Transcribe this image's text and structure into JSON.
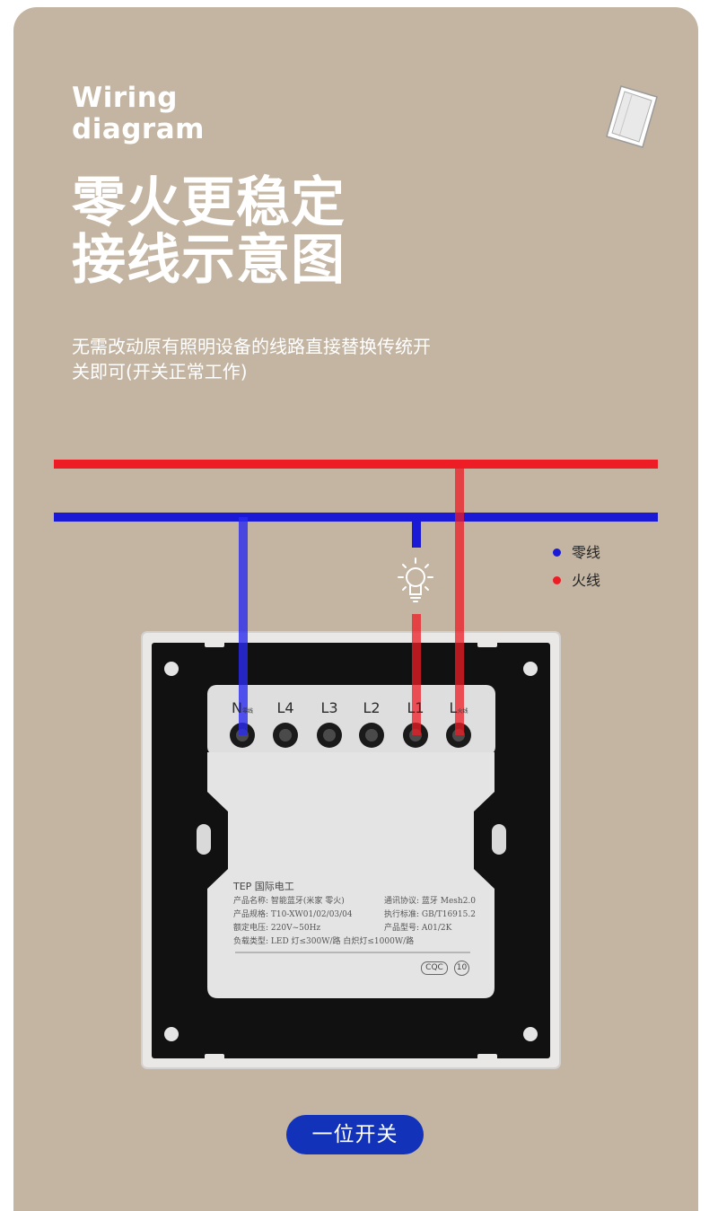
{
  "header": {
    "en_title": "Wiring\ndiagram",
    "cn_title": "零火更稳定\n接线示意图",
    "description": "无需改动原有照明设备的线路直接替换传统开\n关即可(开关正常工作)"
  },
  "legend": {
    "neutral": "零线",
    "live": "火线"
  },
  "terminals": [
    "N",
    "L4",
    "L3",
    "L2",
    "L1",
    "L"
  ],
  "terminal_small": {
    "n_sub": "零线",
    "l_sub": "火线"
  },
  "module_label": {
    "brand": "TEP 国际电工",
    "left_lines": [
      "产品名称: 智能蓝牙(米家 零火)",
      "产品规格: T10-XW01/02/03/04",
      "额定电压: 220V~50Hz",
      "负载类型: LED 灯≤300W/路 白炽灯≤1000W/路"
    ],
    "right_lines": [
      "通讯协议: 蓝牙 Mesh2.0",
      "执行标准: GB/T16915.2",
      "产品型号: A01/2K"
    ],
    "cert_ccc": "CQC",
    "cert_10": "10"
  },
  "badge": "一位开关",
  "colors": {
    "background": "#c4b5a2",
    "live_wire": "#ee1c25",
    "neutral_wire": "#1a1ad6",
    "badge": "#1233b9"
  }
}
